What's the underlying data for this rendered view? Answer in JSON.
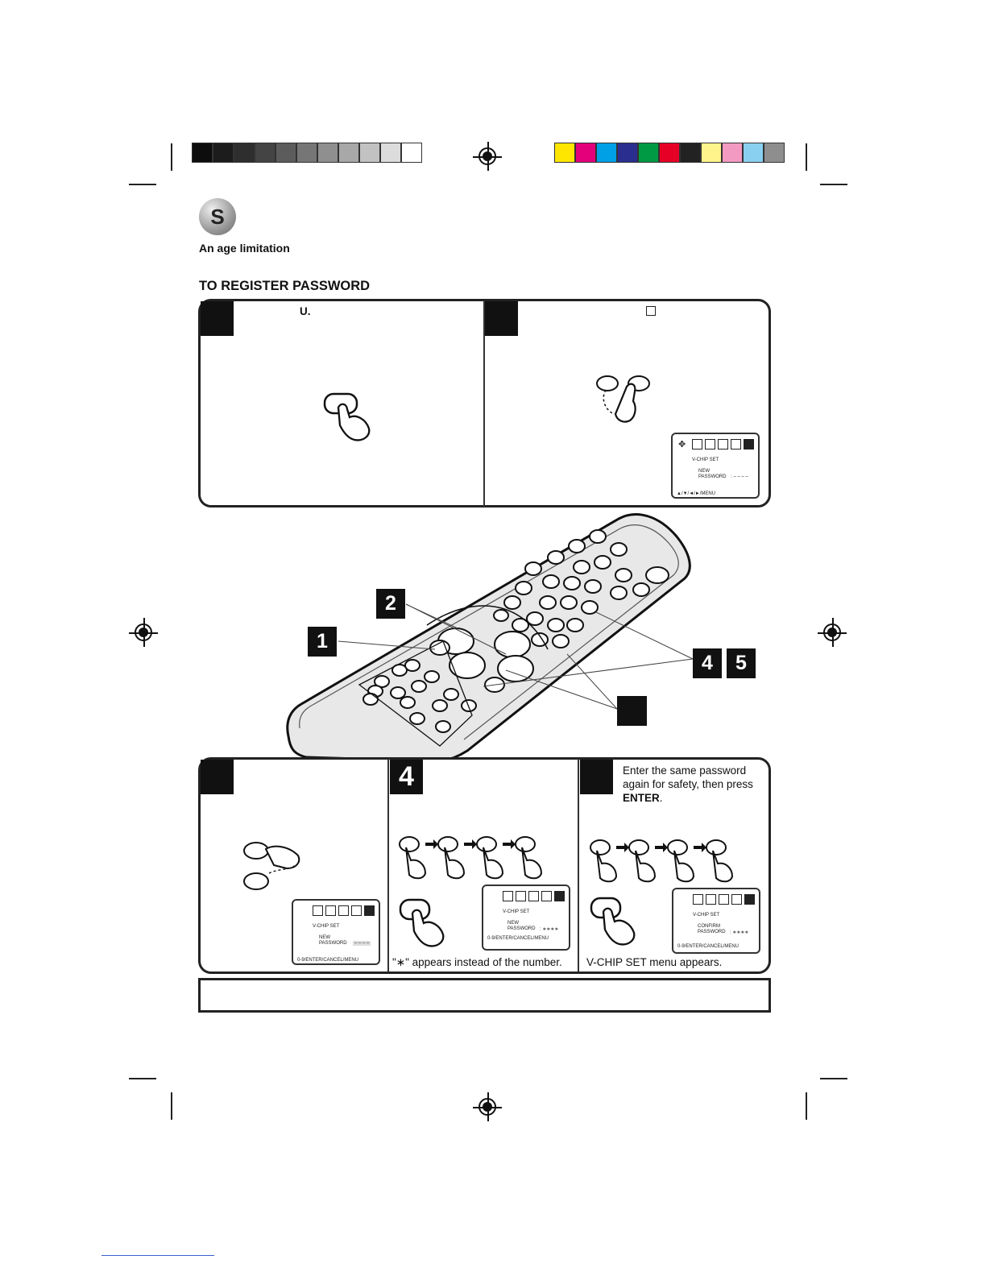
{
  "header": {
    "badge_letter": "S",
    "subtitle": "An age limitation",
    "section_title": "TO REGISTER PASSWORD"
  },
  "step_1": {
    "text_fragment": "U."
  },
  "remote_labels": {
    "label_2": "2",
    "label_1": "1",
    "label_4": "4",
    "label_5": "5"
  },
  "step_4": {
    "number": "4",
    "note": "\"∗\" appears instead of the number."
  },
  "step_5": {
    "text": "Enter the same password again for safety, then press",
    "key": "ENTER",
    "after_key": ".",
    "note": "V-CHIP SET menu appears."
  },
  "osd_step2": {
    "title": "V-CHIP  SET",
    "line1": "NEW",
    "line2": "PASSWORD",
    "value": ": – – – –",
    "footer": "▲/▼/◄/►/MENU"
  },
  "osd_step3": {
    "title": "V-CHIP  SET",
    "line1": "NEW",
    "line2": "PASSWORD",
    "value": "– – – –",
    "footer": "0-9/ENTER/CANCEL/MENU"
  },
  "osd_step4": {
    "title": "V-CHIP  SET",
    "line1": "NEW",
    "line2": "PASSWORD",
    "value": ": ∗∗∗∗",
    "footer": "0-9/ENTER/CANCEL/MENU"
  },
  "osd_step5": {
    "title": "V-CHIP  SET",
    "line1": "CONFIRM",
    "line2": "PASSWORD",
    "value": ": ∗∗∗∗",
    "footer": "0-9/ENTER/CANCEL/MENU"
  },
  "colors": {
    "gray_bar": [
      "#0d0d0d",
      "#1c1c1c",
      "#2e2e2e",
      "#444444",
      "#5c5c5c",
      "#767676",
      "#8f8f8f",
      "#a8a8a8",
      "#c2c2c2",
      "#dcdcdc",
      "#ffffff"
    ],
    "color_bar": [
      "#ffe600",
      "#e3007a",
      "#00a0e6",
      "#2a2f8f",
      "#009944",
      "#e60026",
      "#222222",
      "#fff38c",
      "#f39ac2",
      "#89cff0",
      "#8e8e8e"
    ]
  },
  "icons": [
    "registration-mark",
    "hand-press",
    "remote-control",
    "osd-menu"
  ]
}
